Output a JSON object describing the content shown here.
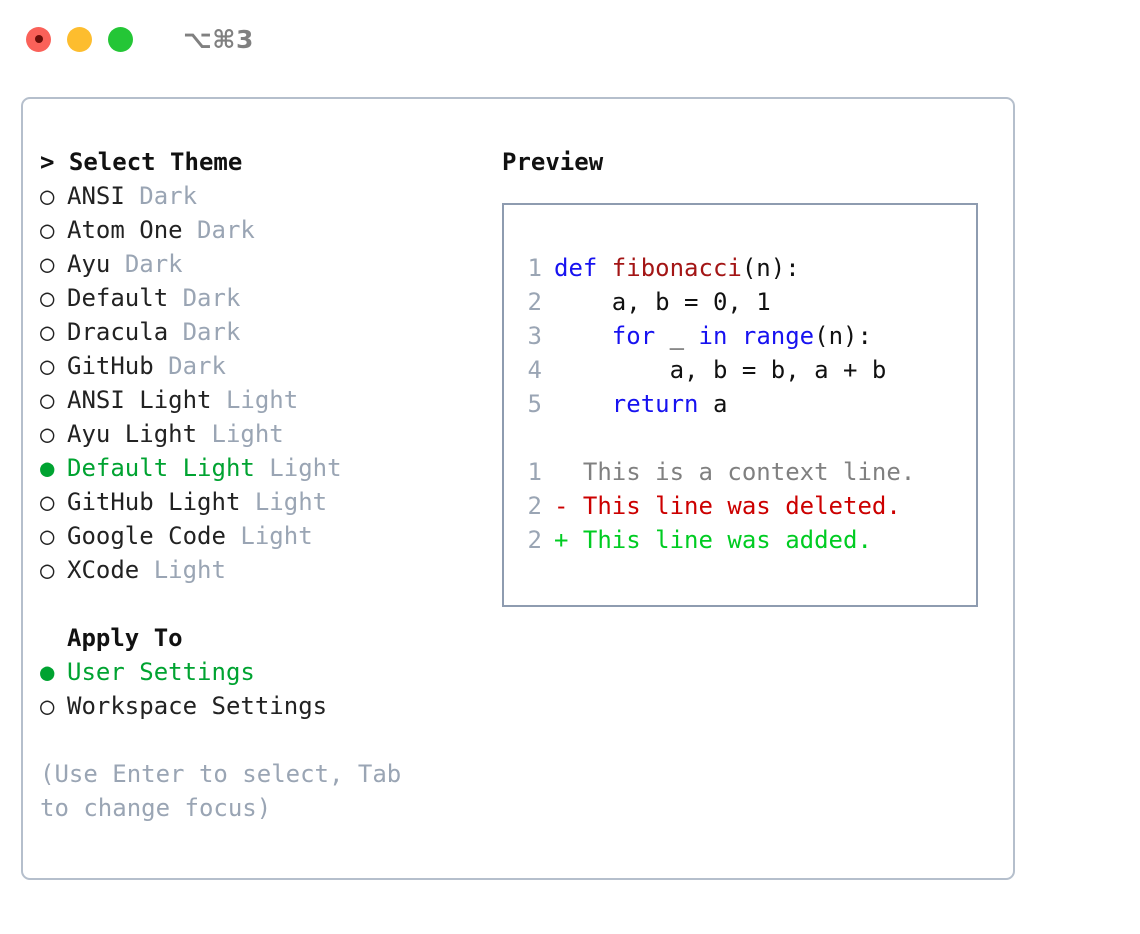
{
  "titlebar": {
    "shortcut": "⌥⌘3",
    "lights": [
      {
        "name": "close",
        "color": "#fa6159"
      },
      {
        "name": "minimize",
        "color": "#fdbd2e"
      },
      {
        "name": "zoom",
        "color": "#24c636"
      }
    ]
  },
  "colors": {
    "accent_green": "#00a331",
    "muted": "#9aa5b4",
    "border": "#b5bfcc",
    "preview_border": "#8e9cb0",
    "keyword_blue": "#1712f0",
    "function_red": "#a31515",
    "diff_delete": "#cc0000",
    "diff_add": "#00cc22"
  },
  "markers": {
    "prompt": ">",
    "unselected": "○",
    "selected": "●",
    "blank": " "
  },
  "theme_panel": {
    "heading": "Select Theme",
    "items": [
      {
        "name": "ANSI",
        "kind": "Dark",
        "selected": false
      },
      {
        "name": "Atom One",
        "kind": "Dark",
        "selected": false
      },
      {
        "name": "Ayu",
        "kind": "Dark",
        "selected": false
      },
      {
        "name": "Default",
        "kind": "Dark",
        "selected": false
      },
      {
        "name": "Dracula",
        "kind": "Dark",
        "selected": false
      },
      {
        "name": "GitHub",
        "kind": "Dark",
        "selected": false
      },
      {
        "name": "ANSI Light",
        "kind": "Light",
        "selected": false
      },
      {
        "name": "Ayu Light",
        "kind": "Light",
        "selected": false
      },
      {
        "name": "Default Light",
        "kind": "Light",
        "selected": true
      },
      {
        "name": "GitHub Light",
        "kind": "Light",
        "selected": false
      },
      {
        "name": "Google Code",
        "kind": "Light",
        "selected": false
      },
      {
        "name": "XCode",
        "kind": "Light",
        "selected": false
      }
    ]
  },
  "apply_to": {
    "heading": "Apply To",
    "items": [
      {
        "name": "User Settings",
        "selected": true
      },
      {
        "name": "Workspace Settings",
        "selected": false
      }
    ]
  },
  "hint": "(Use Enter to select, Tab to change focus)",
  "preview": {
    "title": "Preview",
    "code_lines": [
      {
        "num": "1",
        "tokens": [
          {
            "t": "def ",
            "c": "kw"
          },
          {
            "t": "fibonacci",
            "c": "fn"
          },
          {
            "t": "(n):",
            "c": "plain"
          }
        ]
      },
      {
        "num": "2",
        "tokens": [
          {
            "t": "    a, b = 0, 1",
            "c": "plain"
          }
        ]
      },
      {
        "num": "3",
        "tokens": [
          {
            "t": "    ",
            "c": "plain"
          },
          {
            "t": "for",
            "c": "kw"
          },
          {
            "t": " _ ",
            "c": "plain"
          },
          {
            "t": "in",
            "c": "kw"
          },
          {
            "t": " ",
            "c": "plain"
          },
          {
            "t": "range",
            "c": "kw"
          },
          {
            "t": "(n):",
            "c": "plain"
          }
        ]
      },
      {
        "num": "4",
        "tokens": [
          {
            "t": "        a, b = b, a + b",
            "c": "plain"
          }
        ]
      },
      {
        "num": "5",
        "tokens": [
          {
            "t": "    ",
            "c": "plain"
          },
          {
            "t": "return",
            "c": "kw"
          },
          {
            "t": " a",
            "c": "plain"
          }
        ]
      }
    ],
    "diff_lines": [
      {
        "num": "1",
        "sign": " ",
        "text": " This is a context line.",
        "c": "ctx"
      },
      {
        "num": "2",
        "sign": "-",
        "text": " This line was deleted.",
        "c": "del"
      },
      {
        "num": "2",
        "sign": "+",
        "text": " This line was added.",
        "c": "add"
      }
    ]
  }
}
